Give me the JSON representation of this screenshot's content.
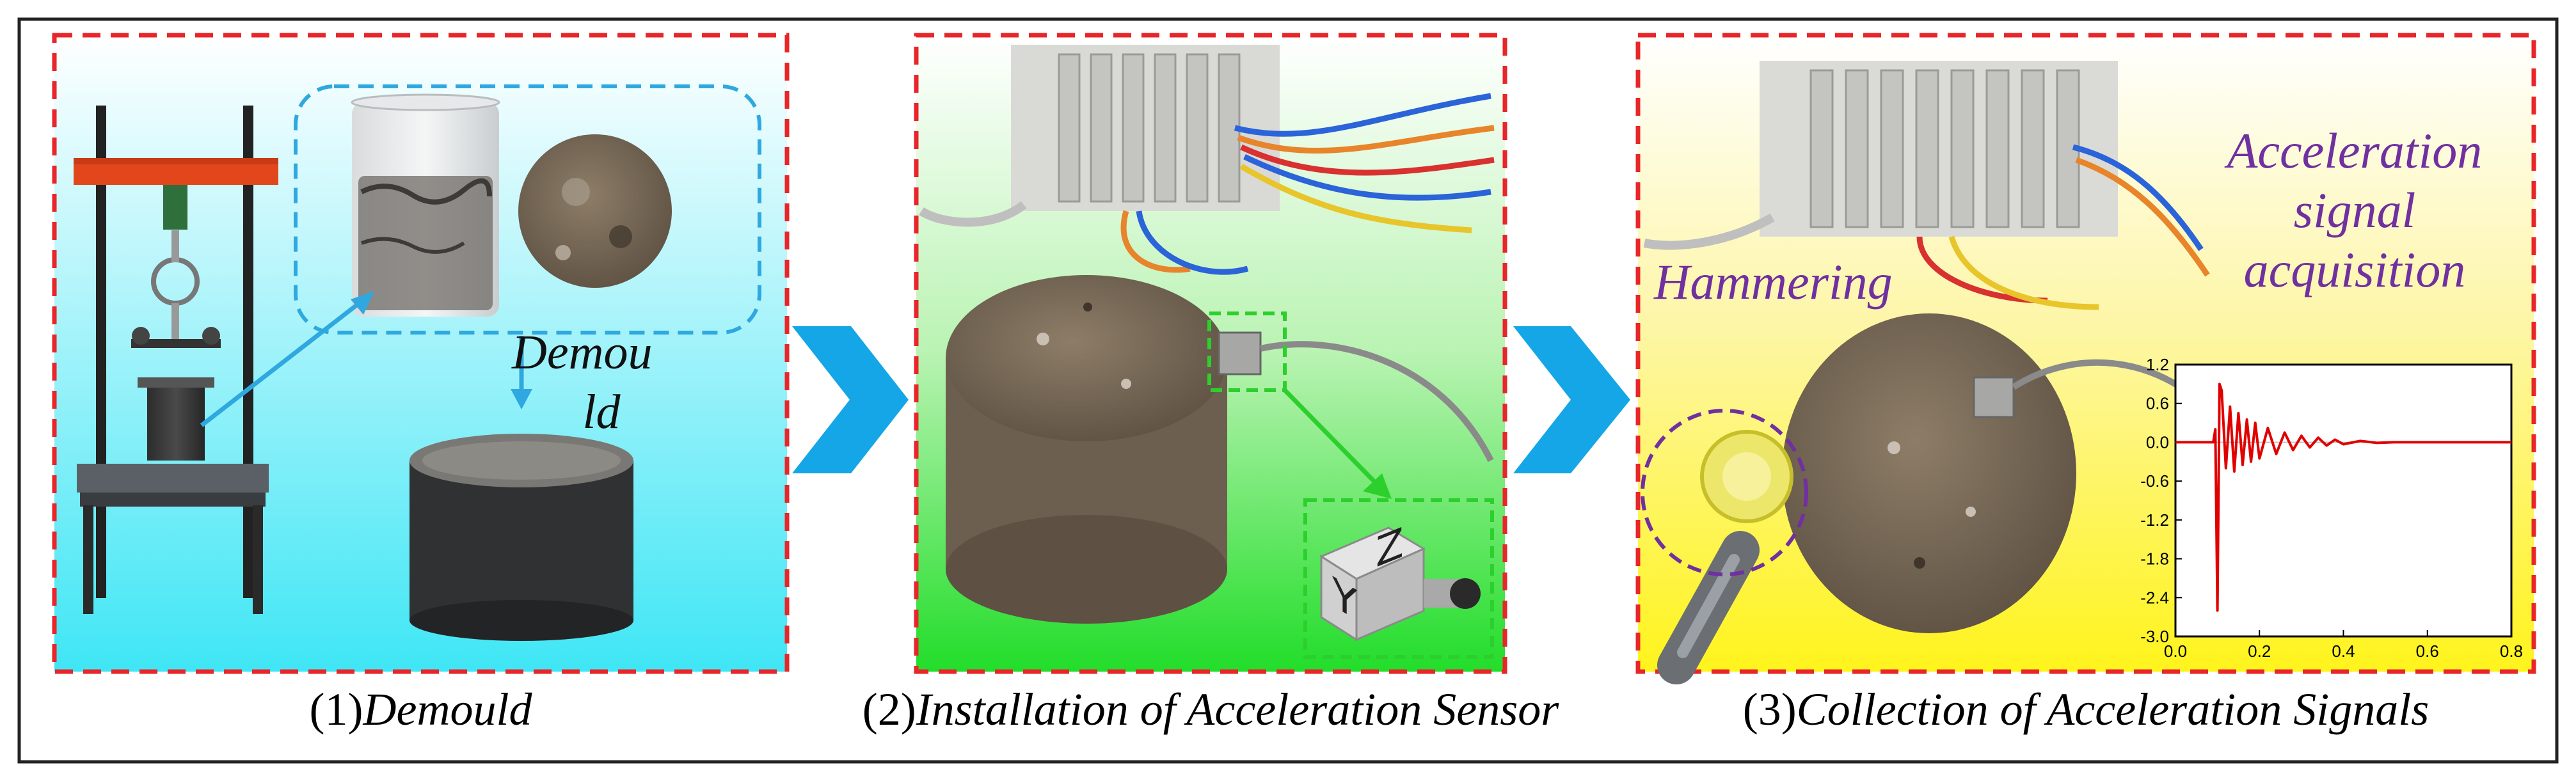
{
  "panels": [
    {
      "prefix": "(1)",
      "caption": "Demould"
    },
    {
      "prefix": "(2)",
      "caption": "Installation of Acceleration Sensor"
    },
    {
      "prefix": "(3)",
      "caption": "Collection of Acceleration Signals"
    }
  ],
  "annotations": {
    "demould_top": "Demou",
    "demould_bottom": "ld",
    "hammering": "Hammering",
    "acq_line1": "Acceleration",
    "acq_line2": "signal",
    "acq_line3": "acquisition"
  },
  "sensor_axes": {
    "z": "Z",
    "y": "Y"
  },
  "colors": {
    "dashed_red": "#E8262A",
    "dashed_blue": "#2FA8E0",
    "dashed_green": "#2DCF2D",
    "dashed_purple": "#7030A0",
    "chevron": "#14A6E6",
    "annotation_purple": "#7030A0",
    "signal_red": "#E00000"
  },
  "chart_data": {
    "type": "line",
    "title": "",
    "xlabel": "",
    "ylabel": "",
    "xlim": [
      0.0,
      0.8
    ],
    "ylim": [
      -3.0,
      1.2
    ],
    "x_ticks": [
      "0.0",
      "0.2",
      "0.4",
      "0.6",
      "0.8"
    ],
    "y_ticks": [
      "1.2",
      "0.6",
      "0.0",
      "-0.6",
      "-1.2",
      "-1.8",
      "-2.4",
      "-3.0"
    ],
    "series": [
      {
        "color": "#E00000",
        "x": [
          0.0,
          0.09,
          0.095,
          0.1,
          0.105,
          0.11,
          0.12,
          0.13,
          0.14,
          0.15,
          0.16,
          0.17,
          0.18,
          0.19,
          0.2,
          0.22,
          0.24,
          0.26,
          0.28,
          0.3,
          0.32,
          0.34,
          0.36,
          0.38,
          0.4,
          0.44,
          0.48,
          0.52,
          0.6,
          0.7,
          0.8
        ],
        "y": [
          0.0,
          0.0,
          0.2,
          -2.6,
          0.9,
          0.8,
          -0.4,
          0.55,
          -0.45,
          0.45,
          -0.35,
          0.35,
          -0.3,
          0.3,
          -0.25,
          0.22,
          -0.18,
          0.15,
          -0.12,
          0.1,
          -0.08,
          0.07,
          -0.05,
          0.04,
          -0.03,
          0.02,
          -0.01,
          0.0,
          0.0,
          0.0,
          0.0
        ]
      }
    ]
  }
}
